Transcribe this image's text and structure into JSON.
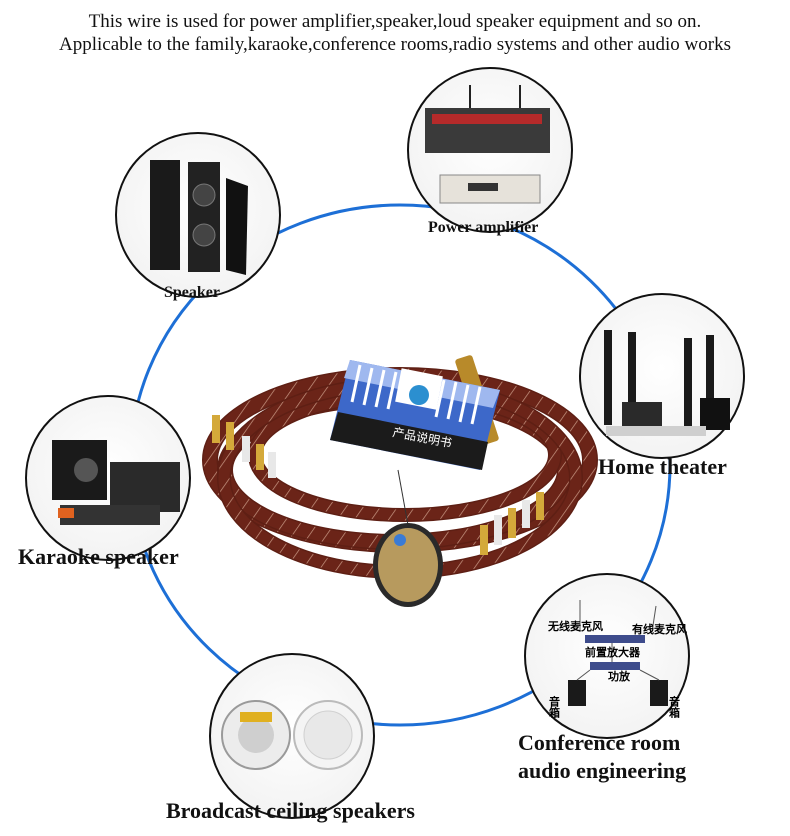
{
  "header": {
    "line1": "This wire is used for power amplifier,speaker,loud speaker equipment and so on.",
    "line2": "Applicable to the family,karaoke,conference rooms,radio systems and other audio works"
  },
  "nodes": {
    "speaker": "Speaker",
    "power_amplifier": "Power amplifier",
    "home_theater": "Home theater",
    "karaoke_speaker": "Karaoke speaker",
    "conference_line1": "Conference room",
    "conference_line2": "audio engineering",
    "broadcast": "Broadcast ceiling speakers"
  },
  "conference_diagram": {
    "wireless_mic": "无线麦克风",
    "wired_mic": "有线麦克风",
    "preamp": "前置放大器",
    "amp": "功放",
    "speaker_left": "音箱",
    "speaker_right": "音箱"
  },
  "product_box": {
    "manual_title": "产品说明书"
  },
  "colors": {
    "ring": "#1d6fd6",
    "cable": "#7a2a1c",
    "box_blue": "#3d68c9"
  }
}
